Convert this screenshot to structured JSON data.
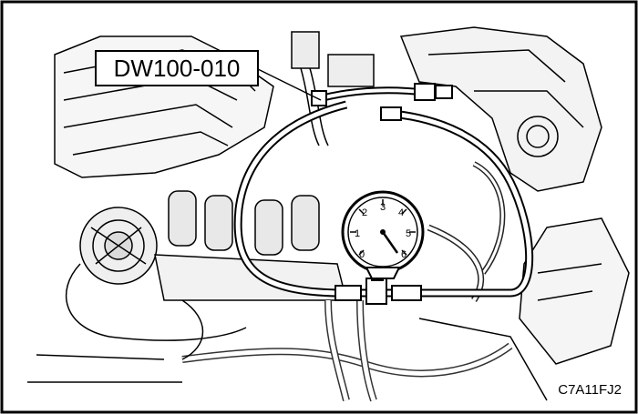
{
  "diagram": {
    "tool_label": "DW100-010",
    "figure_code": "C7A11FJ2",
    "gauge_numbers": [
      "0",
      "1",
      "2",
      "3",
      "4",
      "5",
      "6"
    ]
  }
}
